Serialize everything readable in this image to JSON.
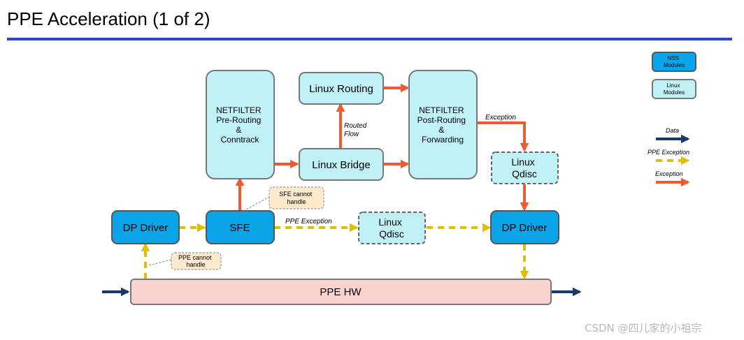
{
  "title": "PPE Acceleration (1 of 2)",
  "boxes": {
    "netfilter_pre": [
      "NETFILTER",
      "Pre-Routing",
      "&",
      "Conntrack"
    ],
    "linux_routing": "Linux Routing",
    "linux_bridge": "Linux Bridge",
    "netfilter_post": [
      "NETFILTER",
      "Post-Routing",
      "&",
      "Forwarding"
    ],
    "linux_qdisc_right": [
      "Linux",
      "Qdisc"
    ],
    "linux_qdisc_mid": [
      "Linux",
      "Qdisc"
    ],
    "dp_driver_left": "DP Driver",
    "sfe": "SFE",
    "dp_driver_right": "DP Driver",
    "ppe_hw": "PPE HW"
  },
  "callouts": {
    "sfe_cannot": [
      "SFE cannot",
      "handle"
    ],
    "ppe_cannot": [
      "PPE cannot",
      "handle"
    ]
  },
  "edge_labels": {
    "routed_flow": [
      "Routed",
      "Flow"
    ],
    "exception": "Exception",
    "ppe_exception": "PPE Exception"
  },
  "legend": {
    "nss": [
      "NSS",
      "Modules"
    ],
    "linux": [
      "Linux",
      "Modules"
    ],
    "data": "Data",
    "ppe_exception": "PPE Exception",
    "exception": "Exception"
  },
  "colors": {
    "nss": "#0aa4e8",
    "linux": "#bff1f7",
    "ppe_hw": "#f9d3cd",
    "data": "#173a6b",
    "ppe_exception": "#e3bb0a",
    "exception": "#ef5a30",
    "rule": "#2b49c6"
  },
  "watermark": "CSDN @四儿家的小祖宗"
}
